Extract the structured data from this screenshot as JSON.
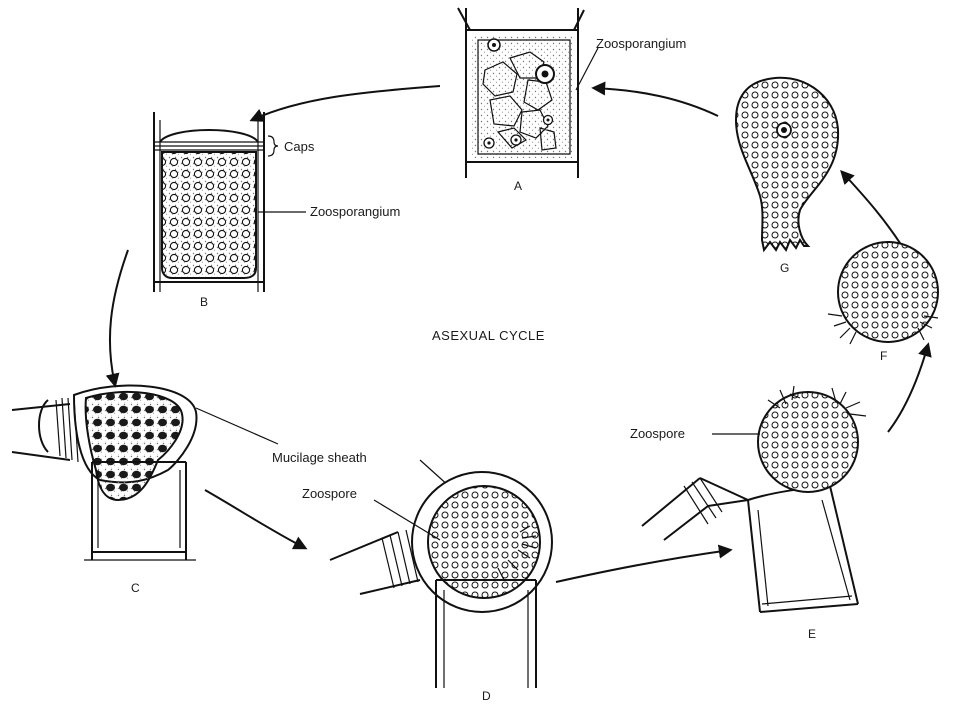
{
  "title": "ASEXUAL CYCLE",
  "stages": {
    "a": "A",
    "b": "B",
    "c": "C",
    "d": "D",
    "e": "E",
    "f": "F",
    "g": "G"
  },
  "labels": {
    "zoosporangium_a": "Zoosporangium",
    "caps": "Caps",
    "zoosporangium_b": "Zoosporangium",
    "mucilage_sheath": "Mucilage sheath",
    "zoospore_d": "Zoospore",
    "zoospore_e": "Zoospore"
  },
  "colors": {
    "ink": "#111111",
    "background": "#ffffff",
    "stipple": "#8a8a8a"
  }
}
